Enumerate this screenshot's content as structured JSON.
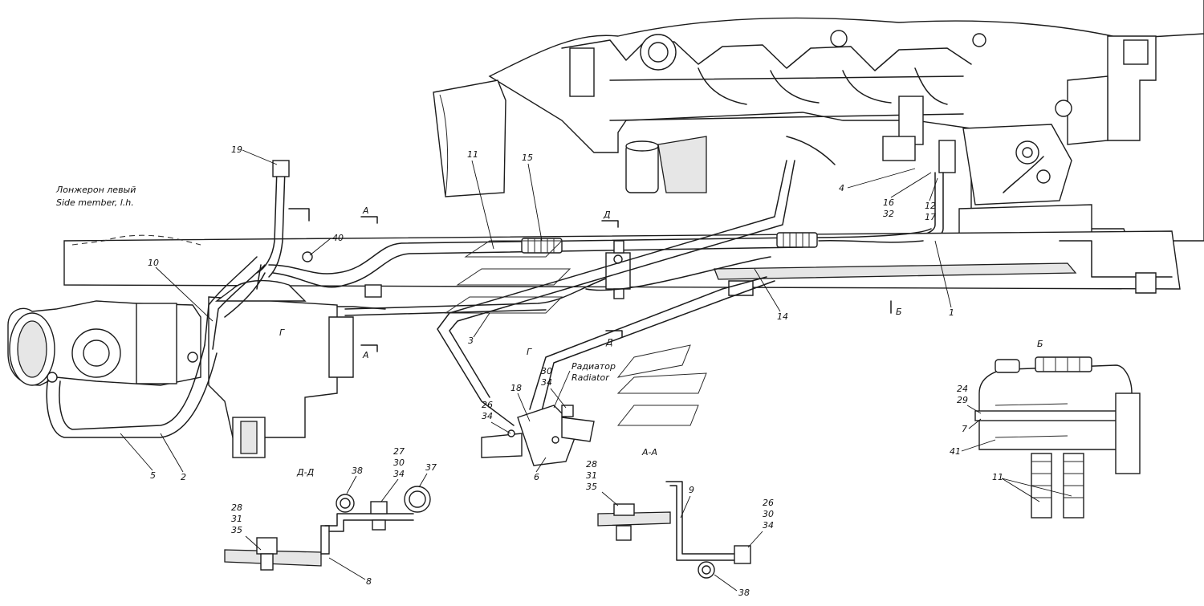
{
  "labels": {
    "side_member_ru": "Лонжерон левый",
    "side_member_en": "Side member, l.h.",
    "radiator_ru": "Радиатор",
    "radiator_en": "Radiator",
    "section_aa": "А-А",
    "section_dd": "Д-Д",
    "view_b": "Б",
    "marker_a": "А",
    "marker_d": "Д",
    "marker_b": "Б",
    "marker_g": "Г"
  },
  "callouts": {
    "n19": "19",
    "n11": "11",
    "n15": "15",
    "n40": "40",
    "n10": "10",
    "n3": "3",
    "n5": "5",
    "n2": "2",
    "n4": "4",
    "n16": "16",
    "n32": "32",
    "n12": "12",
    "n17": "17",
    "n14": "14",
    "n1": "1",
    "n18": "18",
    "n30": "30",
    "n34": "34",
    "n26": "26",
    "n6": "6",
    "n24": "24",
    "n29": "29",
    "n7": "7",
    "n41": "41",
    "n38": "38",
    "n27": "27",
    "n37": "37",
    "n28": "28",
    "n31": "31",
    "n35": "35",
    "n8": "8",
    "n9": "9"
  }
}
